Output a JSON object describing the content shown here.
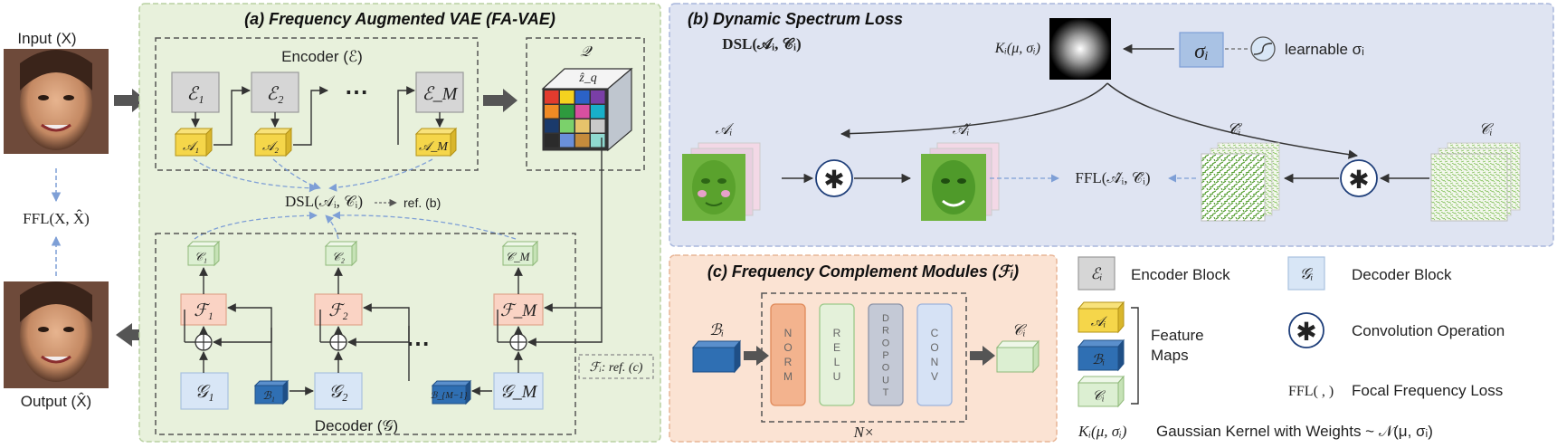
{
  "input_label": "Input (X)",
  "output_label": "Output (X̂)",
  "ffl_xx": "FFL(X, X̂)",
  "panel_a": {
    "title": "(a) Frequency Augmented VAE (FA-VAE)",
    "encoder_label": "Encoder (ℰ)",
    "encoder_blocks": [
      "ℰ₁",
      "ℰ₂",
      "ℰ_M"
    ],
    "feature_maps_a": [
      "𝒜₁",
      "𝒜₂",
      "𝒜_M"
    ],
    "ellipsis": "⋯",
    "codebook_label": "𝒬",
    "zq_label": "ẑ_q",
    "dsl": "DSL(𝒜ᵢ, 𝒞ᵢ)",
    "ref_b": "ref. (b)",
    "decoder_label": "Decoder (𝒢)",
    "c_maps": [
      "𝒞₁",
      "𝒞₂",
      "𝒞_M"
    ],
    "f_modules": [
      "ℱ₁",
      "ℱ₂",
      "ℱ_M"
    ],
    "decoder_blocks": [
      "𝒢₁",
      "𝒢₂",
      "𝒢_M"
    ],
    "b_maps": [
      "ℬ₁",
      "ℬ_{M−1}"
    ],
    "fi_ref": "ℱᵢ: ref. (c)"
  },
  "panel_b": {
    "title": "(b) Dynamic Spectrum Loss",
    "dsl": "DSL(𝒜ᵢ, 𝒞ᵢ)",
    "kernel": "Kᵢ(μ, σᵢ)",
    "sigma": "σᵢ",
    "learnable": "learnable σᵢ",
    "a_i": "𝒜ᵢ",
    "a_hat": "𝒜̂ᵢ",
    "c_hat": "𝒞̂ᵢ",
    "c_i": "𝒞ᵢ",
    "ffl": "FFL(𝒜̂ᵢ, 𝒞̂ᵢ)",
    "conv_symbol": "✱"
  },
  "panel_c": {
    "title": "(c) Frequency Complement Modules (ℱᵢ)",
    "b_i": "ℬᵢ",
    "c_i": "𝒞ᵢ",
    "layers": [
      "NORM",
      "RELU",
      "DROPOUT",
      "CONV"
    ],
    "repeat": "N×"
  },
  "legend": {
    "encoder_block": "Encoder Block",
    "decoder_block": "Decoder Block",
    "feature_maps": "Feature Maps",
    "conv_op": "Convolution Operation",
    "ffl_sym": "FFL( , )",
    "ffl_desc": "Focal Frequency Loss",
    "kernel_sym": "Kᵢ(μ, σᵢ)",
    "kernel_desc": "Gaussian Kernel with Weights ~ 𝒩(μ, σᵢ)",
    "e_sym": "ℰᵢ",
    "g_sym": "𝒢ᵢ",
    "a_sym": "𝒜ᵢ",
    "b_sym": "ℬᵢ",
    "c_sym": "𝒞ᵢ"
  },
  "colors": {
    "panel_a_bg": "#e8f1dc",
    "panel_b_bg": "#dfe4f2",
    "panel_c_bg": "#fbe3d3",
    "feat_a": "#f5d64a",
    "feat_b": "#2f6fb3",
    "feat_c": "#dcefd2",
    "enc_block": "#d6d6d6",
    "dec_block": "#d8e6f6",
    "f_module": "#fad3c4",
    "face_green": "#6fb33f"
  }
}
